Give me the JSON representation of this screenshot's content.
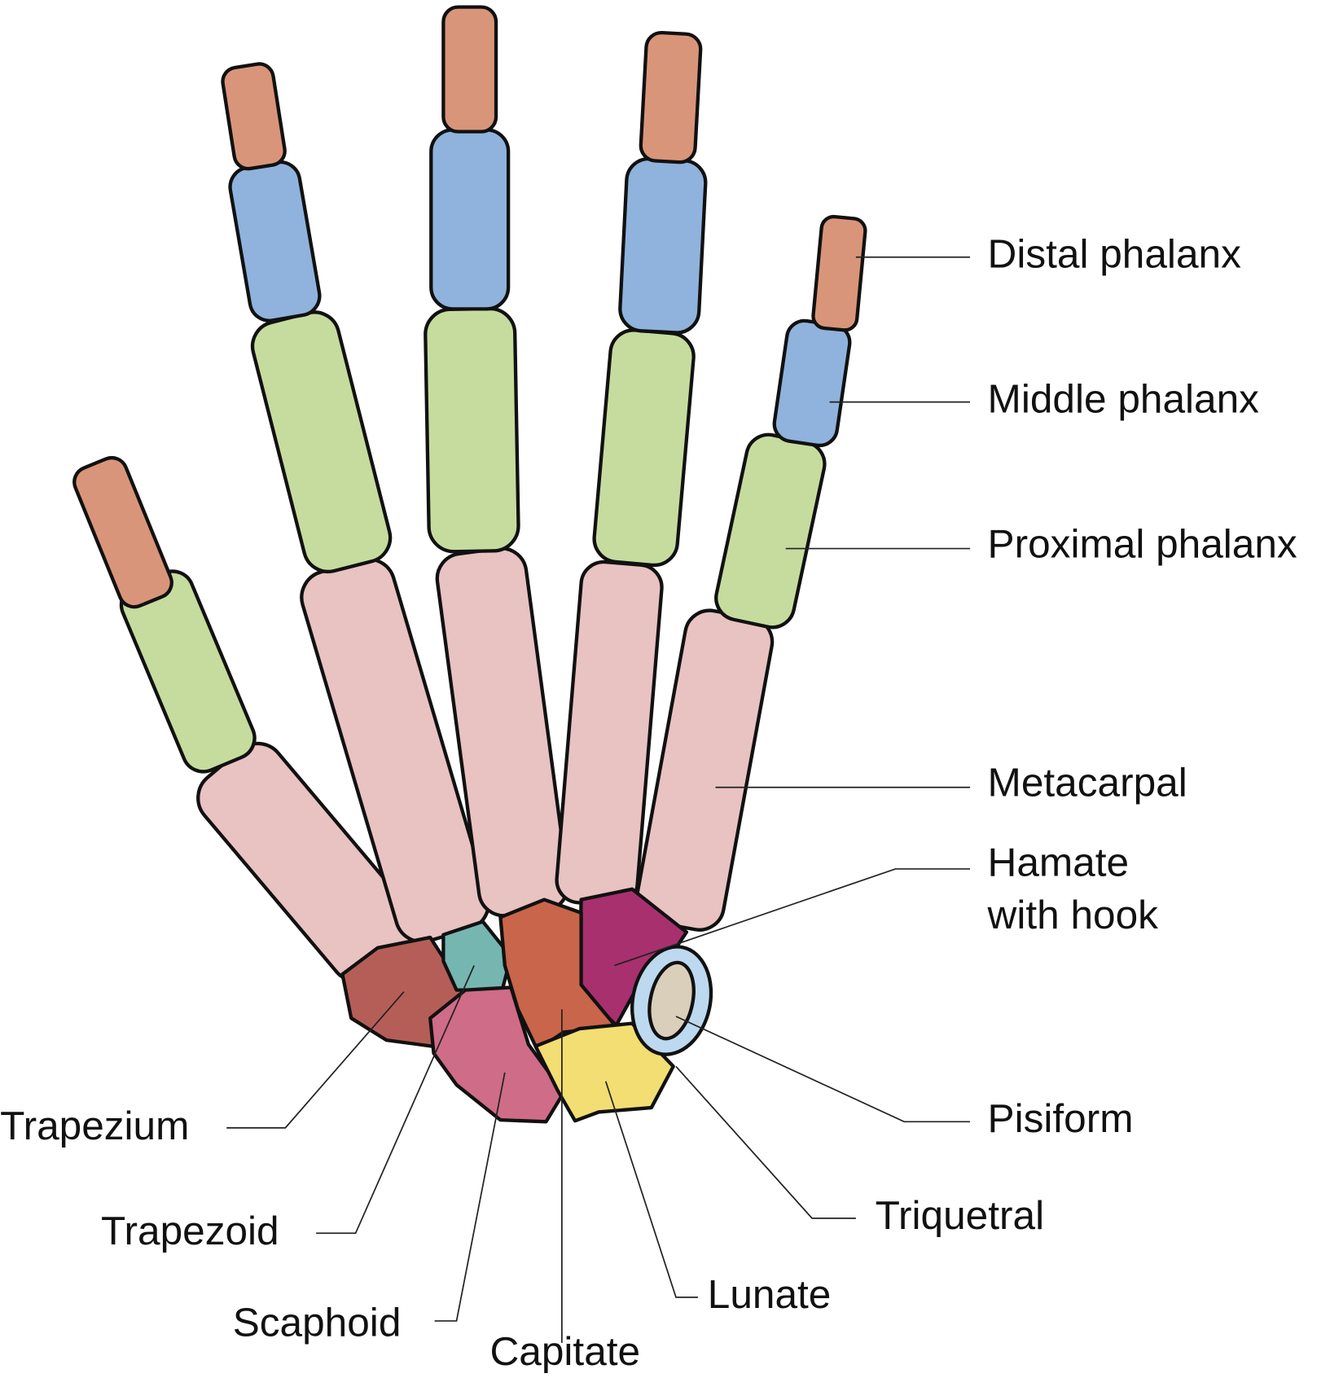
{
  "labels": {
    "distal_phalanx": "Distal phalanx",
    "middle_phalanx": "Middle phalanx",
    "proximal_phalanx": "Proximal phalanx",
    "metacarpal": "Metacarpal",
    "hamate_line1": "Hamate",
    "hamate_line2": "with hook",
    "pisiform": "Pisiform",
    "triquetral": "Triquetral",
    "lunate": "Lunate",
    "capitate": "Capitate",
    "scaphoid": "Scaphoid",
    "trapezoid": "Trapezoid",
    "trapezium": "Trapezium"
  },
  "colors": {
    "distal": "#D9957A",
    "middle": "#8FB3DC",
    "proximal": "#C6DC9E",
    "metacarpal": "#E9C2C2",
    "trapezium": "#B55E58",
    "trapezoid": "#76B6B1",
    "capitate": "#C9654A",
    "hamate": "#A8306F",
    "scaphoid": "#CF6C88",
    "lunate": "#F2DE72",
    "triquetral": "#BCD9EF",
    "pisiform": "#D9CFBA",
    "outline": "#111111"
  }
}
